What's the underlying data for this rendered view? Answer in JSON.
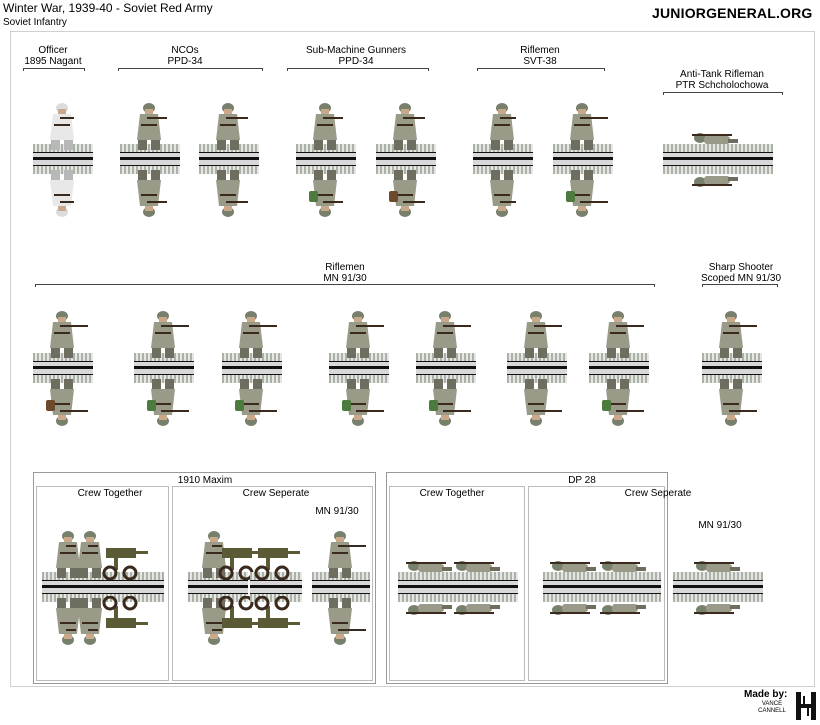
{
  "header": {
    "title": "Winter War, 1939-40 - Soviet Red Army",
    "subtitle": "Soviet Infantry",
    "brand": "JUNIORGENERAL.ORG"
  },
  "row1": {
    "officer": {
      "line1": "Officer",
      "line2": "1895 Nagant"
    },
    "ncos": {
      "line1": "NCOs",
      "line2": "PPD-34"
    },
    "smg": {
      "line1": "Sub-Machine Gunners",
      "line2": "PPD-34"
    },
    "riflemen": {
      "line1": "Riflemen",
      "line2": "SVT-38"
    },
    "antitank": {
      "line1": "Anti-Tank Rifleman",
      "line2": "PTR Schcholochowa"
    }
  },
  "row2": {
    "riflemen": {
      "line1": "Riflemen",
      "line2": "MN 91/30"
    },
    "sharpshooter": {
      "line1": "Sharp Shooter",
      "line2": "Scoped MN 91/30"
    }
  },
  "maxim": {
    "title": "1910 Maxim",
    "together": "Crew Together",
    "separate": "Crew Seperate",
    "rifle": "MN 91/30"
  },
  "dp": {
    "title": "DP 28",
    "together": "Crew Together",
    "separate": "Crew Seperate",
    "rifle": "MN 91/30"
  },
  "credit": {
    "made_by": "Made by:",
    "artist": "VANCE CANNELL"
  },
  "colors": {
    "uniform": "#9a9a88",
    "uniform_dark": "#6e6e60",
    "winter_white": "#e8e8e8",
    "helmet": "#77806d",
    "weapon": "#3a2a1e",
    "maxim": "#5a5a34",
    "pack_green": "#4d7a3e",
    "pack_brown": "#6e4a2c"
  }
}
